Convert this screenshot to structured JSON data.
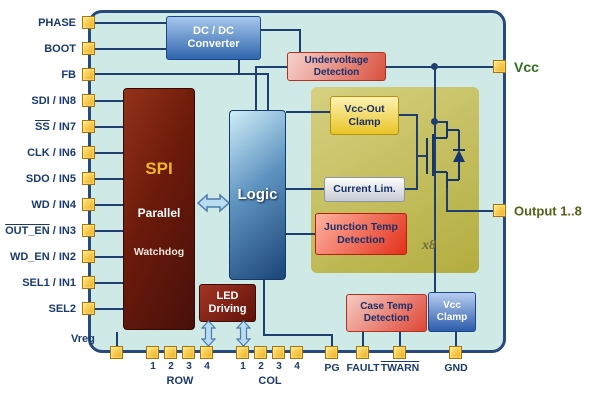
{
  "palette": {
    "chip_fill": "#cfe9e7",
    "chip_border": "#27497c",
    "pin_fill": "#f0b018",
    "wire": "#1e3f6f",
    "olive_panel": "#c0ba52",
    "navy_text": "#1a3a70",
    "vcc_label_green": "#2e7018",
    "output_label_olive": "#4f6418"
  },
  "left_pins": [
    {
      "bar": "",
      "rest": "PHASE"
    },
    {
      "bar": "",
      "rest": "BOOT"
    },
    {
      "bar": "",
      "rest": "FB"
    },
    {
      "bar": "",
      "rest": "SDI / IN8"
    },
    {
      "bar": "SS",
      "rest": " / IN7"
    },
    {
      "bar": "",
      "rest": "CLK / IN6"
    },
    {
      "bar": "",
      "rest": "SDO / IN5"
    },
    {
      "bar": "",
      "rest": "WD / IN4"
    },
    {
      "bar": "OUT_EN",
      "rest": " / IN3"
    },
    {
      "bar": "",
      "rest": "WD_EN / IN2"
    },
    {
      "bar": "",
      "rest": "SEL1 / IN1"
    },
    {
      "bar": "",
      "rest": "SEL2"
    }
  ],
  "right_pins": {
    "vcc": "Vcc",
    "output": "Output 1..8"
  },
  "bottom": {
    "vreg": "Vreg",
    "row_numbers": [
      "1",
      "2",
      "3",
      "4"
    ],
    "col_numbers": [
      "1",
      "2",
      "3",
      "4"
    ],
    "row": "ROW",
    "col": "COL",
    "pg": "PG",
    "fault": "FAULT",
    "twarn": "TWARN",
    "gnd": "GND"
  },
  "blocks": {
    "dcdc": {
      "line1": "DC / DC",
      "line2": "Converter"
    },
    "spi": {
      "title": "SPI",
      "subtitle": "Parallel",
      "subtitle2": "Watchdog"
    },
    "logic": "Logic",
    "undervoltage": {
      "line1": "Undervoltage",
      "line2": "Detection"
    },
    "vcc_out_clamp": {
      "line1": "Vcc-Out",
      "line2": "Clamp"
    },
    "current_lim": "Current Lim.",
    "junction_temp": {
      "line1": "Junction Temp",
      "line2": "Detection"
    },
    "led": {
      "line1": "LED",
      "line2": "Driving"
    },
    "case_temp": {
      "line1": "Case Temp",
      "line2": "Detection"
    },
    "vcc_clamp": {
      "line1": "Vcc",
      "line2": "Clamp"
    },
    "multiplier": "x8"
  }
}
